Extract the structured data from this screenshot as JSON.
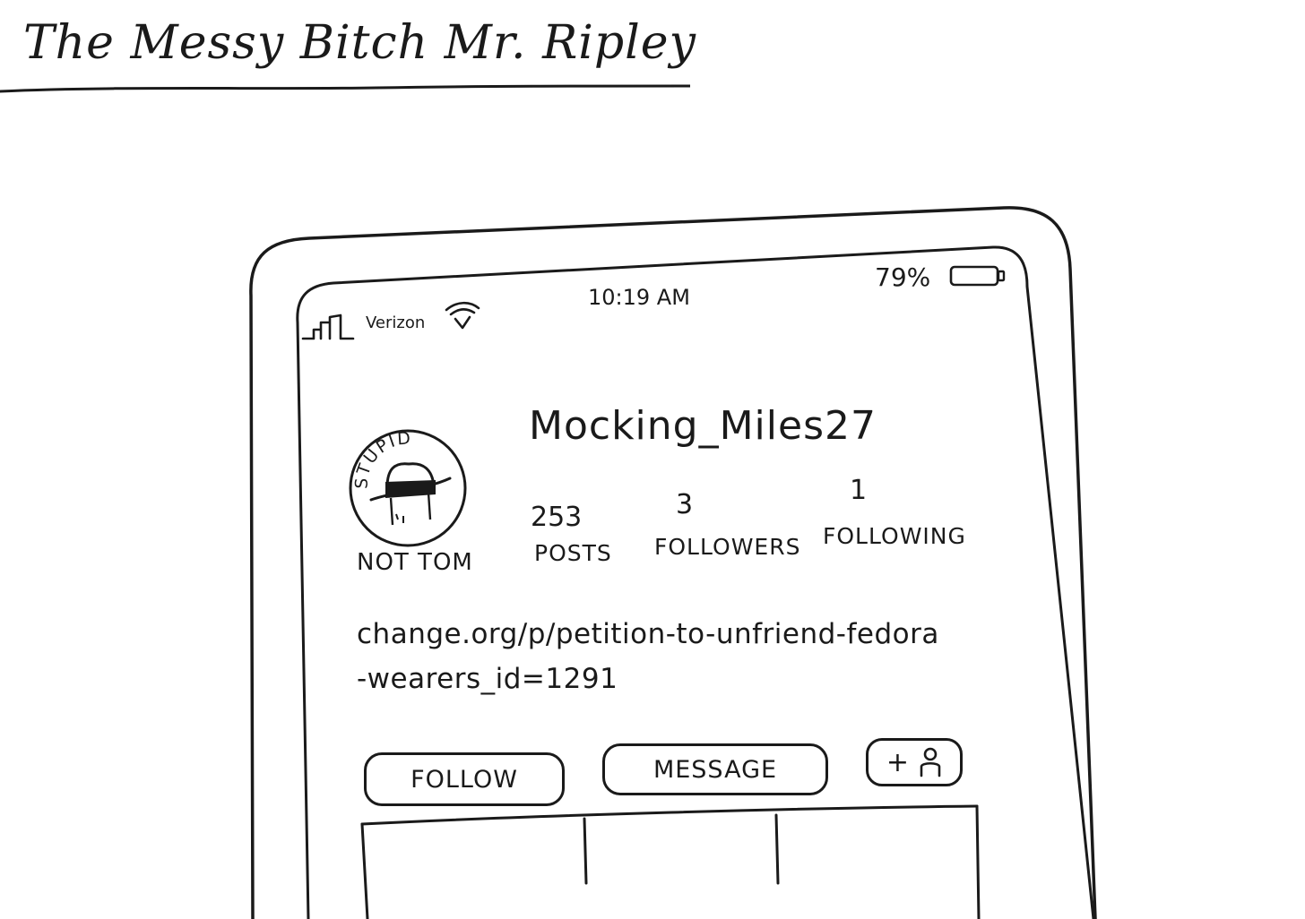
{
  "page": {
    "title": "The Messy Bitch Mr. Ripley"
  },
  "status_bar": {
    "carrier": "Verizon",
    "time": "10:19 AM",
    "battery": "79%"
  },
  "profile": {
    "username": "Mocking_Miles27",
    "avatar": {
      "top_text": "STUPID",
      "caption": "NOT TOM"
    },
    "stats": [
      {
        "value": "253",
        "label": "POSTS"
      },
      {
        "value": "3",
        "label": "FOLLOWERS"
      },
      {
        "value": "1",
        "label": "FOLLOWING"
      }
    ],
    "bio": {
      "line1": "change.org/p/petition-to-unfriend-fedora",
      "line2": "-wearers_id=1291"
    }
  },
  "actions": {
    "follow_label": "FOLLOW",
    "message_label": "MESSAGE",
    "add_label": "+"
  },
  "icons": {
    "signal": "signal-bars-icon",
    "wifi": "wifi-icon",
    "battery": "battery-icon",
    "add_person": "add-person-icon"
  }
}
